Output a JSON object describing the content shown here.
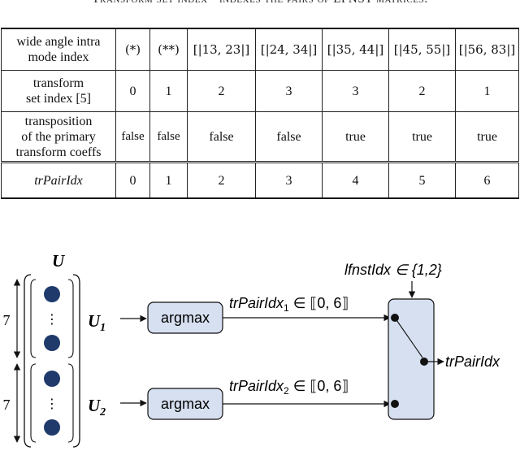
{
  "caption": "Transform set index - indexes the pairs of LFNST matrices.",
  "table": {
    "rows": [
      {
        "header": [
          "wide angle intra",
          "mode index"
        ],
        "cells": [
          "(*)",
          "(**)",
          "[|13, 23|]",
          "[|24, 34|]",
          "[|35, 44|]",
          "[|45, 55|]",
          "[|56, 83|]"
        ]
      },
      {
        "header": [
          "transform",
          "set index [5]"
        ],
        "cells": [
          "0",
          "1",
          "2",
          "3",
          "3",
          "2",
          "1"
        ]
      },
      {
        "header": [
          "transposition",
          "of the primary",
          "transform coeffs"
        ],
        "cells": [
          "false",
          "false",
          "false",
          "false",
          "true",
          "true",
          "true"
        ]
      },
      {
        "header": [
          "trPairIdx"
        ],
        "cells": [
          "0",
          "1",
          "2",
          "3",
          "4",
          "5",
          "6"
        ]
      }
    ]
  },
  "diagram": {
    "U_label": "U",
    "U1_label": "U",
    "U1_sub": "1",
    "U2_label": "U",
    "U2_sub": "2",
    "dim1": "7",
    "dim2": "7",
    "dots1": "⋮",
    "dots2": "⋮",
    "argmax1": "argmax",
    "argmax2": "argmax",
    "pair1_name": "trPairIdx",
    "pair1_sub": "1",
    "pair1_range": " ∈ ⟦0, 6⟧",
    "pair2_name": "trPairIdx",
    "pair2_sub": "2",
    "pair2_range": " ∈ ⟦0, 6⟧",
    "lfnst_label": "lfnstIdx ∈ {1,2}",
    "output_label": "trPairIdx",
    "colors": {
      "box_fill": "#d6e0f1",
      "dot_fill": "#1f3a6b",
      "stroke": "#111111"
    }
  }
}
